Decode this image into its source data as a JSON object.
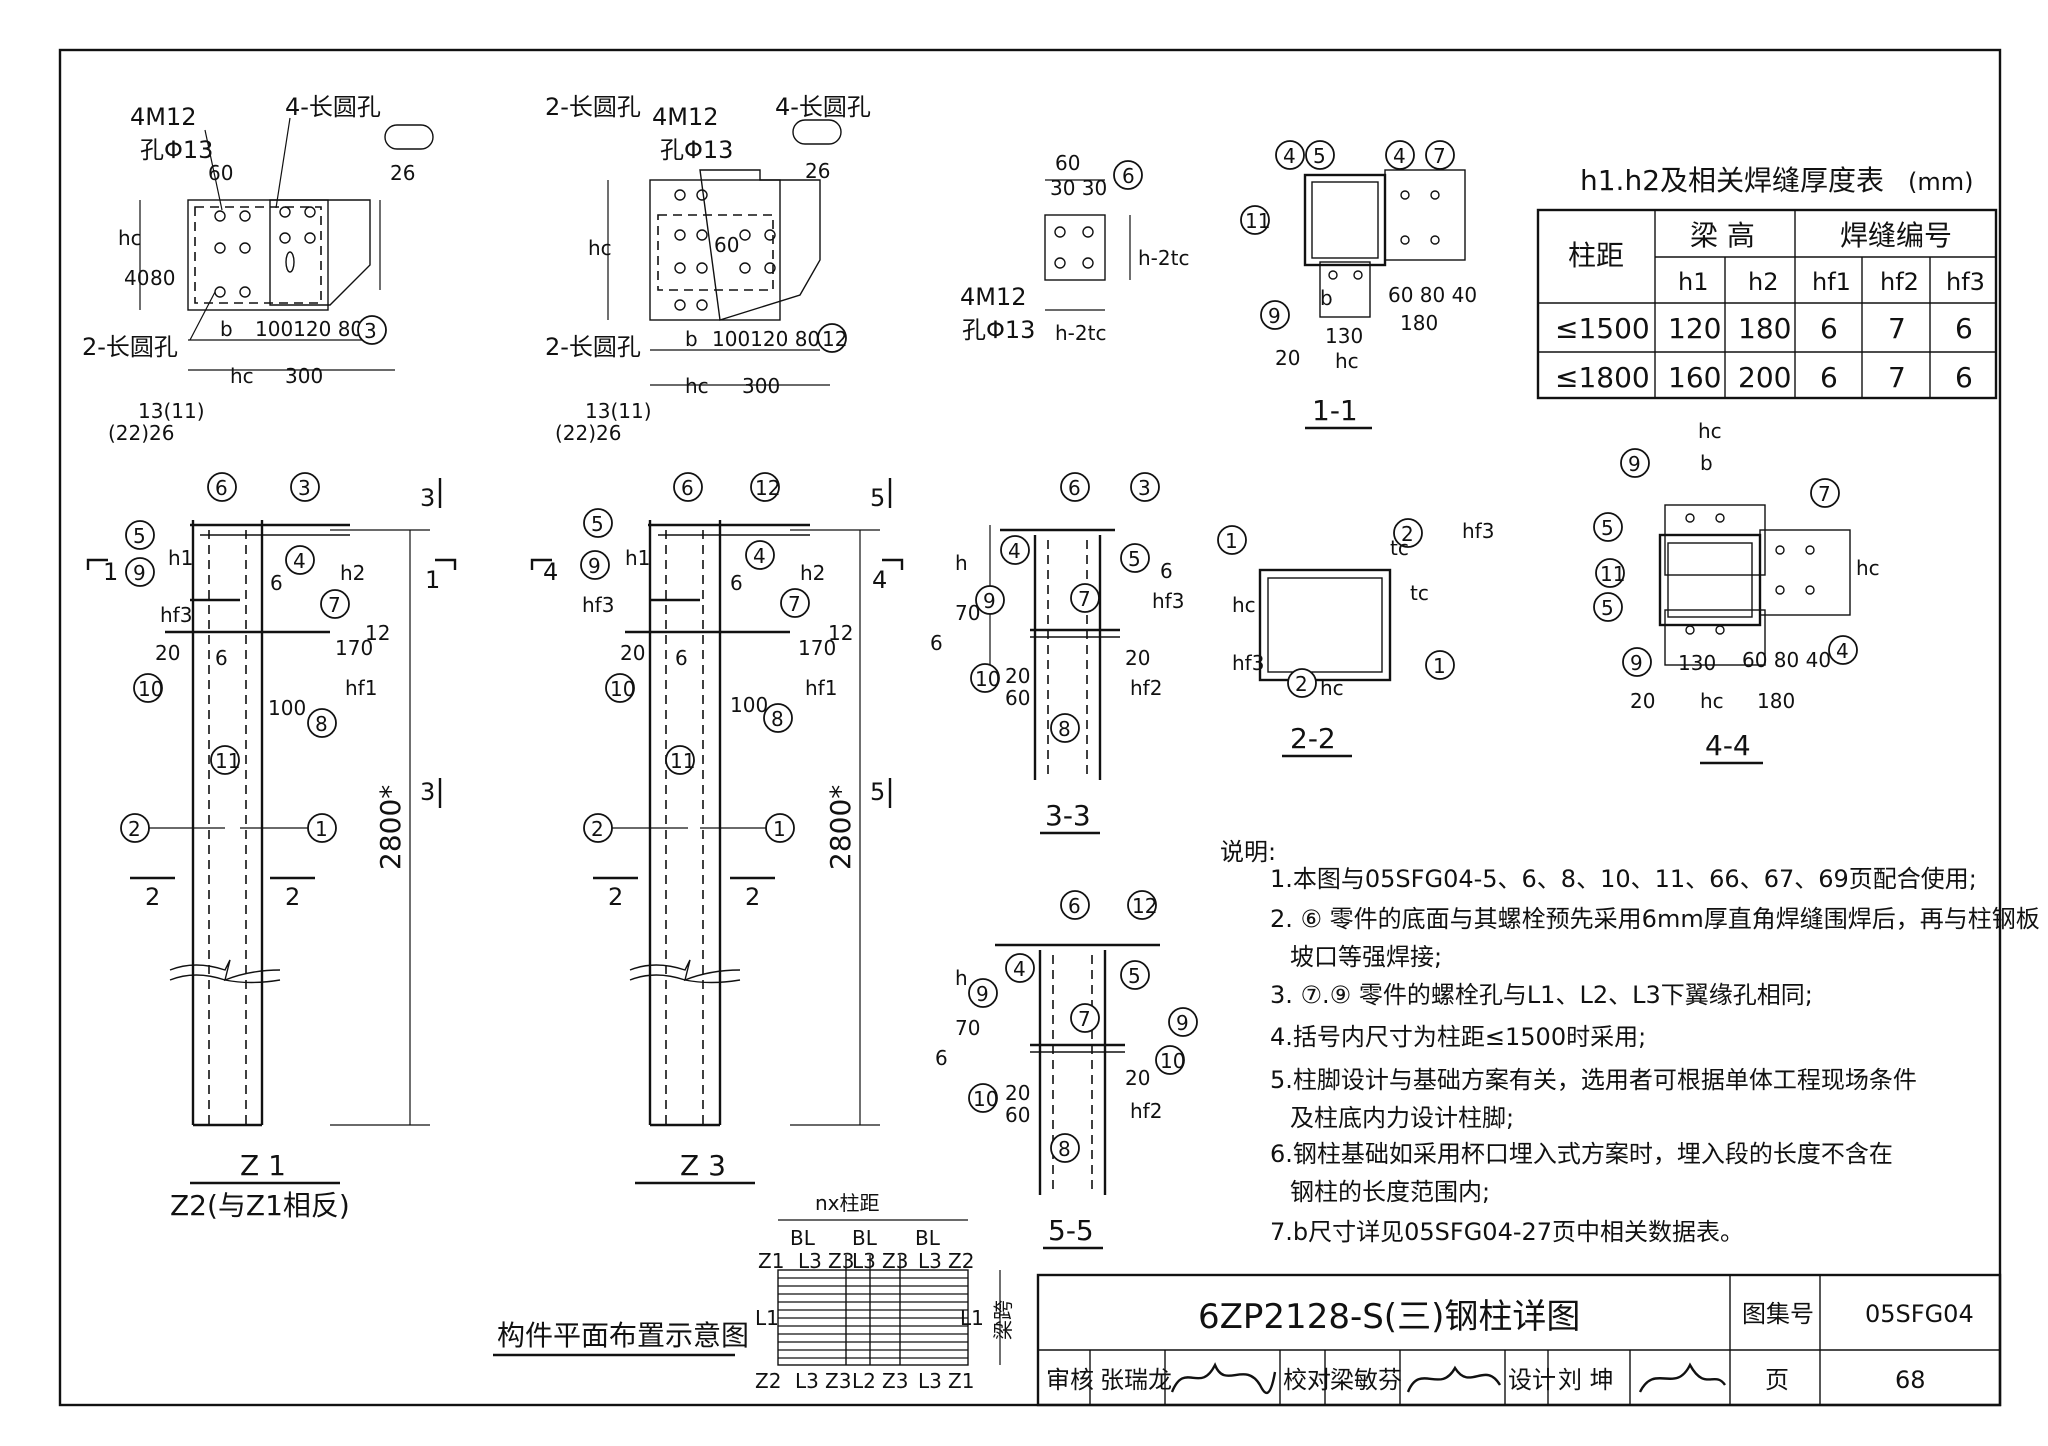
{
  "table": {
    "title": "h1.h2及相关焊缝厚度表",
    "unit": "(mm)",
    "col_spacing": "柱距",
    "col_beam_height": "梁  高",
    "col_weld": "焊缝编号",
    "sub_h1": "h1",
    "sub_h2": "h2",
    "sub_hf1": "hf1",
    "sub_hf2": "hf2",
    "sub_hf3": "hf3",
    "rows": [
      {
        "spacing": "≤1500",
        "h1": "120",
        "h2": "180",
        "hf1": "6",
        "hf2": "7",
        "hf3": "6"
      },
      {
        "spacing": "≤1800",
        "h1": "160",
        "h2": "200",
        "hf1": "6",
        "hf2": "7",
        "hf3": "6"
      }
    ]
  },
  "labels": {
    "m12_a": "4M12",
    "hole_a": "孔Φ13",
    "long_hole_4": "4-长圆孔",
    "long_hole_2": "2-长圆孔",
    "m12_b": "4M12",
    "hole_b": "孔Φ13",
    "m12_c": "4M12",
    "hole_c": "孔Φ13",
    "sec_1_1": "1-1",
    "sec_2_2": "2-2",
    "sec_3_3": "3-3",
    "sec_4_4": "4-4",
    "sec_5_5": "5-5",
    "z1": "Z 1",
    "z2": "Z2(与Z1相反)",
    "z3": "Z 3",
    "dim_2800": "2800*",
    "plan_title": "构件平面布置示意图",
    "plan_nx": "nx柱距",
    "plan_span": "梁跨"
  },
  "notes": {
    "header": "说明:",
    "items": [
      "1.本图与05SFG04-5、6、8、10、11、66、67、69页配合使用;",
      "2. ⑥ 零件的底面与其螺栓预先采用6mm厚直角焊缝围焊后，再与柱钢板",
      "坡口等强焊接;",
      "3. ⑦.⑨ 零件的螺栓孔与L1、L2、L3下翼缘孔相同;",
      "4.括号内尺寸为柱距≤1500时采用;",
      "5.柱脚设计与基础方案有关，选用者可根据单体工程现场条件",
      "及柱底内力设计柱脚;",
      "6.钢柱基础如采用杯口埋入式方案时，埋入段的长度不含在",
      "钢柱的长度范围内;",
      "7.b尺寸详见05SFG04-27页中相关数据表。"
    ]
  },
  "titleblock": {
    "drawing_title": "6ZP2128-S(三)钢柱详图",
    "atlas_label": "图集号",
    "atlas_no": "05SFG04",
    "review_label": "审核",
    "reviewer": "张瑞龙",
    "check_label": "校对",
    "checker": "梁敏芬",
    "design_label": "设计",
    "designer": "刘 坤",
    "page_label": "页",
    "page_no": "68"
  }
}
